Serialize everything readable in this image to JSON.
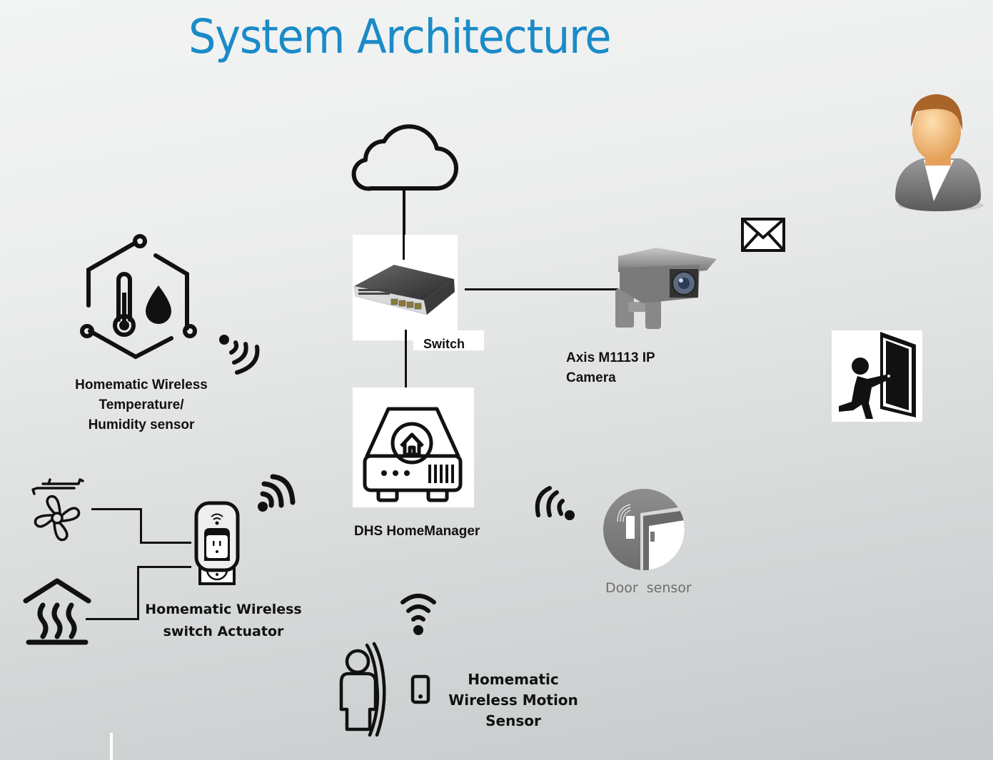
{
  "title": "System Architecture",
  "colors": {
    "title": "#1a8bc8",
    "background_top": "#f3f4f4",
    "background_bottom": "#c5c9ca",
    "door_sensor_circle": "#8a8a8a",
    "person_hair": "#b06a2c",
    "person_shirt": "#7d7d7d"
  },
  "nodes": {
    "cloud": {
      "icon": "cloud-icon"
    },
    "switch": {
      "label": "Switch",
      "icon": "network-switch-icon"
    },
    "camera": {
      "label_line1": "Axis M1113 IP",
      "label_line2": "Camera",
      "icon": "ip-camera-icon"
    },
    "email": {
      "icon": "envelope-icon"
    },
    "user": {
      "icon": "user-avatar-icon"
    },
    "intruder": {
      "icon": "person-entering-door-icon"
    },
    "home_manager": {
      "label": "DHS HomeManager",
      "icon": "home-server-icon"
    },
    "temp_sensor": {
      "label_line1": "Homematic Wireless",
      "label_line2": "Temperature/",
      "label_line3": "Humidity sensor",
      "icon": "thermometer-droplet-icon"
    },
    "switch_actuator": {
      "label_line1": "Homematic Wireless",
      "label_line2": "switch Actuator",
      "icon": "smart-plug-icon"
    },
    "fan": {
      "icon": "fan-icon"
    },
    "heater": {
      "icon": "floor-heating-icon"
    },
    "door_sensor": {
      "label": "Door  sensor",
      "icon": "door-sensor-icon"
    },
    "motion_sensor": {
      "label_line1": "Homematic",
      "label_line2": "Wireless Motion",
      "label_line3": "Sensor",
      "icon": "motion-sensor-icon"
    }
  },
  "connections": [
    {
      "from": "cloud",
      "to": "switch",
      "type": "wired"
    },
    {
      "from": "switch",
      "to": "camera",
      "type": "wired"
    },
    {
      "from": "switch",
      "to": "home_manager",
      "type": "wired"
    },
    {
      "from": "switch_actuator",
      "to": "fan",
      "type": "wired"
    },
    {
      "from": "switch_actuator",
      "to": "heater",
      "type": "wired"
    },
    {
      "from": "temp_sensor",
      "to": "home_manager",
      "type": "wireless"
    },
    {
      "from": "switch_actuator",
      "to": "home_manager",
      "type": "wireless"
    },
    {
      "from": "door_sensor",
      "to": "home_manager",
      "type": "wireless"
    },
    {
      "from": "motion_sensor",
      "to": "home_manager",
      "type": "wireless"
    }
  ]
}
